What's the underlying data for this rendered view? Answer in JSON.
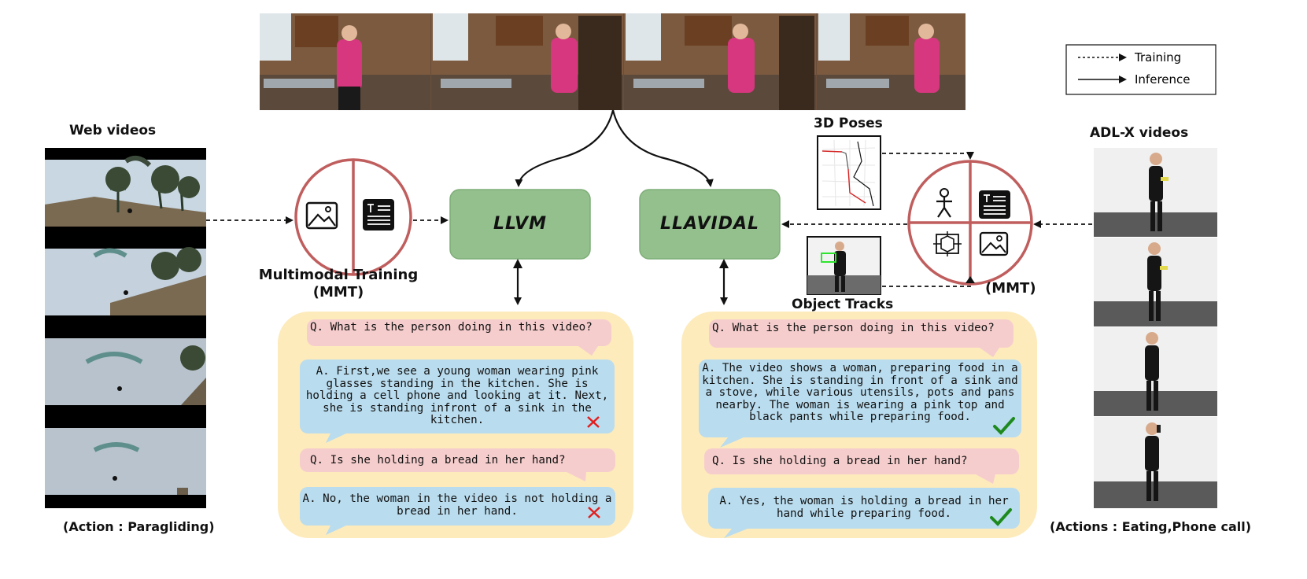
{
  "colors": {
    "model_box": "#93c08d",
    "model_box_border": "#7fae78",
    "chat_panel": "#fdebbc",
    "question_bubble": "#f6cdcd",
    "answer_bubble": "#b9dcee",
    "mmt_ring": "#c05e5e",
    "wrong_mark": "#e21f1f",
    "correct_mark": "#1e8a1e"
  },
  "legend": {
    "training": "Training",
    "inference": "Inference"
  },
  "left": {
    "title": "Web videos",
    "caption": "(Action : Paragliding)"
  },
  "right": {
    "title": "ADL-X videos",
    "caption": "(Actions : Eating,Phone call)"
  },
  "mmt_left": {
    "label_line1": "Multimodal Training",
    "label_line2": "(MMT)"
  },
  "mmt_right": {
    "label": "(MMT)"
  },
  "poses": {
    "label": "3D Poses"
  },
  "tracks": {
    "label": "Object Tracks"
  },
  "models": {
    "left": "LLVM",
    "right": "LLAVIDAL"
  },
  "chat_left": {
    "q1": "Q. What is the person doing in this video?",
    "a1": "A. First,we see a young woman wearing pink glasses standing in the kitchen. She is holding a cell phone and looking at it. Next, she is standing infront of a sink in the kitchen.",
    "a1_mark": "wrong",
    "q2": "Q. Is she holding a bread in her hand?",
    "a2": "A. No, the woman in the video is not holding a bread in her hand.",
    "a2_mark": "wrong"
  },
  "chat_right": {
    "q1": "Q. What is the person doing in this video?",
    "a1": "A. The video shows a woman, preparing food in a kitchen. She is standing in front of a sink and a stove, while various utensils, pots and pans nearby. The woman is wearing a pink top and black pants while preparing food.",
    "a1_mark": "correct",
    "q2": "Q. Is she holding a bread in her hand?",
    "a2": "A. Yes, the woman is holding a bread in her hand while preparing food.",
    "a2_mark": "correct"
  }
}
